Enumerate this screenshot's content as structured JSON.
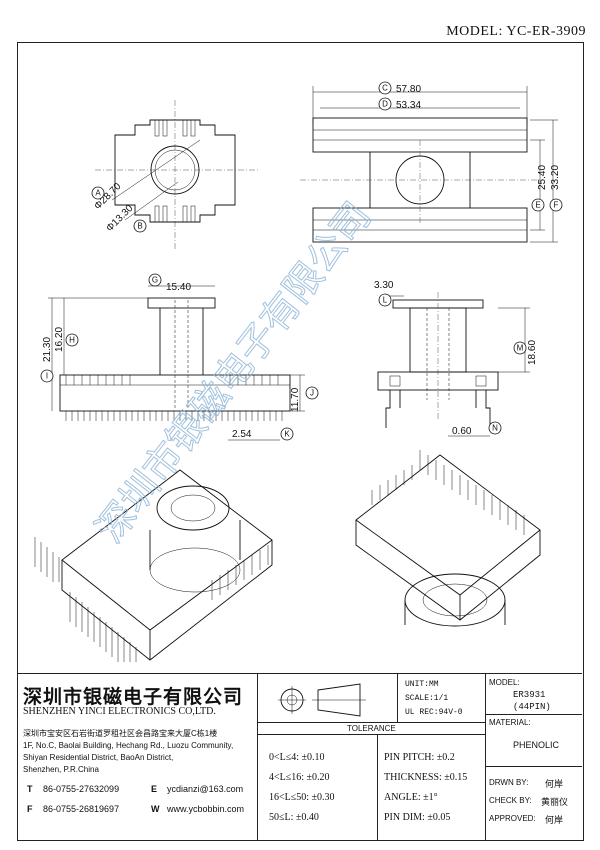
{
  "model_title": "MODEL: YC-ER-3909",
  "dimensions": {
    "C": "57.80",
    "D": "53.34",
    "E": "25.40",
    "F": "33.20",
    "A": "28.70",
    "B": "13.30",
    "I": "15.40",
    "H": "16.20",
    "G": "21.30",
    "J": "11.70",
    "K": "2.54",
    "L": "3.30",
    "M": "18.60",
    "N": "0.60",
    "phi_a": "Φ",
    "phi_b": "Φ"
  },
  "bubbles": [
    "A",
    "B",
    "C",
    "D",
    "E",
    "F",
    "G",
    "H",
    "I",
    "J",
    "K",
    "L",
    "M",
    "N"
  ],
  "watermark": "深圳市银磁电子有限公司",
  "company": {
    "name_cn": "深圳市银磁电子有限公司",
    "name_en": "SHENZHEN YINCI ELECTRONICS CO,LTD.",
    "address_cn": "深圳市宝安区石岩街道罗租社区会昌路宝来大厦C栋1楼",
    "address_en_1": "1F, No.C, Baolai Building, Hechang Rd., Luozu Community,",
    "address_en_2": "Shiyan Residential District, BaoAn District,",
    "address_en_3": "Shenzhen, P.R.China",
    "tel_label": "T",
    "tel": "86-0755-27632099",
    "fax_label": "F",
    "fax": "86-0755-26819697",
    "email_label": "E",
    "email": "ycdianzi@163.com",
    "web_label": "W",
    "web": "www.ycbobbin.com"
  },
  "units": {
    "unit": "UNIT:MM",
    "scale": "SCALE:1/1",
    "ul": "UL REC:94V-0"
  },
  "model_block": {
    "label": "MODEL:",
    "part": "ER3931",
    "pins": "(44PIN)"
  },
  "material": {
    "label": "MATERIAL:",
    "value": "PHENOLIC"
  },
  "tolerance": {
    "title": "TOLERANCE",
    "left": [
      "0<L≤4: ±0.10",
      "4<L≤16: ±0.20",
      "16<L≤50: ±0.30",
      "50≤L: ±0.40"
    ],
    "right": [
      "PIN PITCH: ±0.2",
      "THICKNESS: ±0.15",
      "ANGLE: ±1°",
      "PIN DIM: ±0.05"
    ]
  },
  "signoff": {
    "drawn_label": "DRWN BY:",
    "drawn": "何岸",
    "check_label": "CHECK BY:",
    "check": "黄丽仪",
    "approved_label": "APPROVED:",
    "approved": "何岸"
  }
}
